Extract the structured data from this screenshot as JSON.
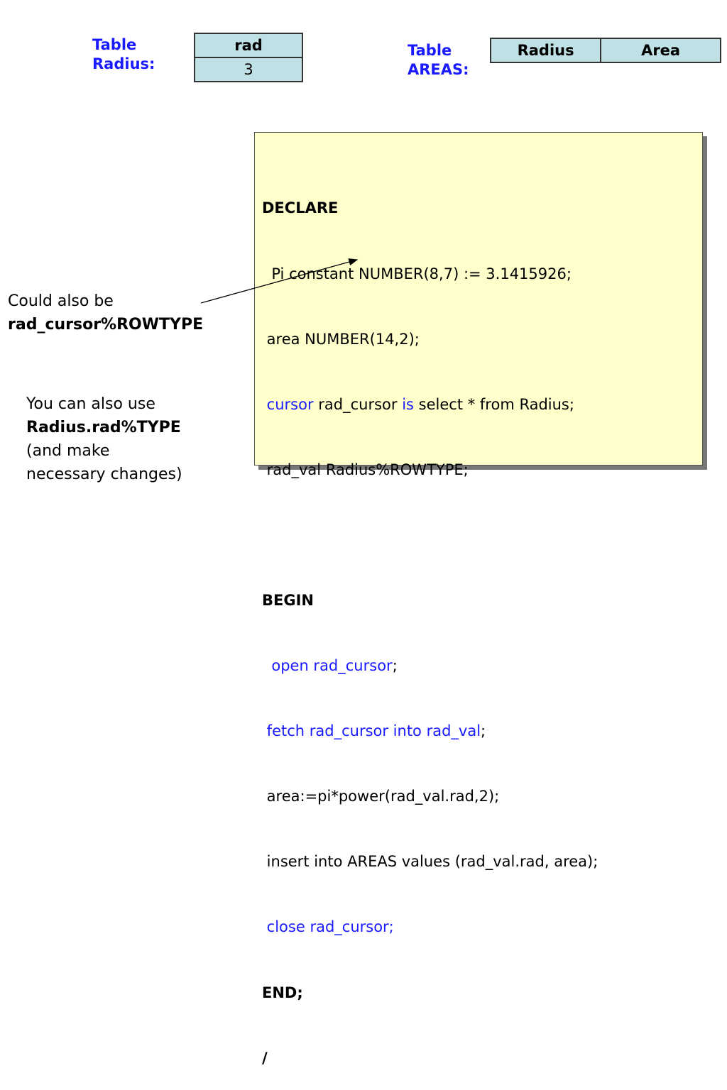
{
  "radius_table": {
    "label_line1": "Table",
    "label_line2": "Radius:",
    "header": "rad",
    "value": "3"
  },
  "areas_table": {
    "label_line1": "Table",
    "label_line2": "AREAS:",
    "col1": "Radius",
    "col2": "Area"
  },
  "code": {
    "l1": "DECLARE",
    "l2": "  Pi constant NUMBER(8,7) := 3.1415926;",
    "l3": " area NUMBER(14,2);",
    "l4_a": " cursor",
    "l4_b": " rad_cursor ",
    "l4_c": "is",
    "l4_d": " select * from Radius;",
    "l5": " rad_val Radius%ROWTYPE;",
    "l6": "",
    "l7": "BEGIN",
    "l8_a": "  open rad_cursor",
    "l8_b": ";",
    "l9_a": " fetch rad_cursor into rad_val",
    "l9_b": ";",
    "l10": " area:=pi*power(rad_val.rad,2);",
    "l11": " insert into AREAS values (rad_val.rad, area);",
    "l12": " close rad_cursor;",
    "l13": "END;",
    "l14": "/"
  },
  "note1": {
    "line1": "Could also be",
    "line2": "rad_cursor%ROWTYPE"
  },
  "note2": {
    "line1": "You can also use",
    "line2": "Radius.rad%TYPE",
    "line3": "(and make",
    "line4": "necessary changes)"
  }
}
